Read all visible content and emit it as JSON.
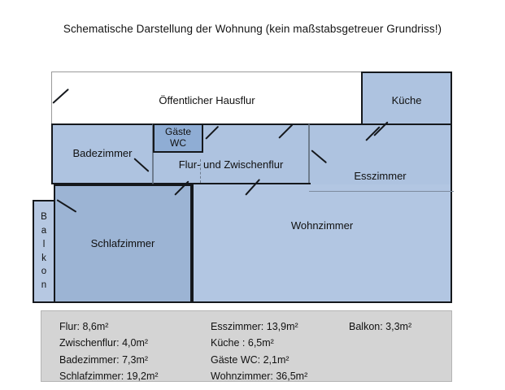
{
  "title": "Schematische Darstellung der Wohnung (kein maßstabsgetreuer Grundriss!)",
  "rooms": {
    "hausflur": "Öffentlicher Hausflur",
    "kueche": "Küche",
    "badezimmer": "Badezimmer",
    "gaeste_wc_line1": "Gäste",
    "gaeste_wc_line2": "WC",
    "flur": "Flur- und Zwischenflur",
    "esszimmer": "Esszimmer",
    "schlafzimmer": "Schlafzimmer",
    "wohnzimmer": "Wohnzimmer",
    "balkon_letters": [
      "B",
      "a",
      "l",
      "k",
      "o",
      "n"
    ]
  },
  "legend": {
    "columns": [
      [
        "Flur: 8,6m²",
        "Zwischenflur: 4,0m²",
        "Badezimmer: 7,3m²",
        "Schlafzimmer: 19,2m²"
      ],
      [
        "Esszimmer: 13,9m²",
        "Küche : 6,5m²",
        "Gäste WC: 2,1m²",
        "Wohnzimmer: 36,5m²"
      ],
      [
        "Balkon: 3,3m²"
      ]
    ]
  },
  "colors": {
    "room_fill": "#aec3e0",
    "room_fill_light": "#b2c6e2",
    "room_fill_dark": "#9cb4d4",
    "wc_fill": "#8fadd4",
    "wall": "#15181c",
    "legend_bg": "#d4d4d4",
    "page_bg": "#ffffff"
  }
}
